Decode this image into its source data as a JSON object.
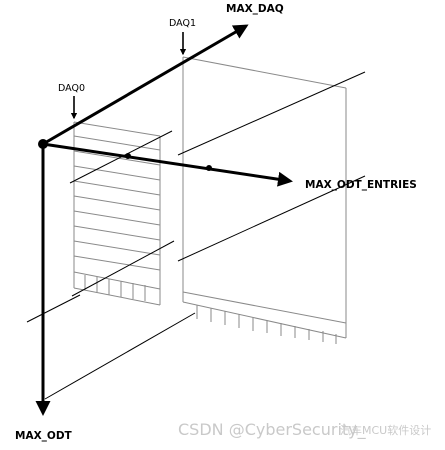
{
  "labels": {
    "max_daq": "MAX_DAQ",
    "daq1": "DAQ1",
    "daq0": "DAQ0",
    "max_odt_entries": "MAX_ODT_ENTRIES",
    "max_odt": "MAX_ODT"
  },
  "watermark": {
    "text": "CSDN @CyberSecurity_",
    "text2": "汽车MCU软件设计"
  }
}
